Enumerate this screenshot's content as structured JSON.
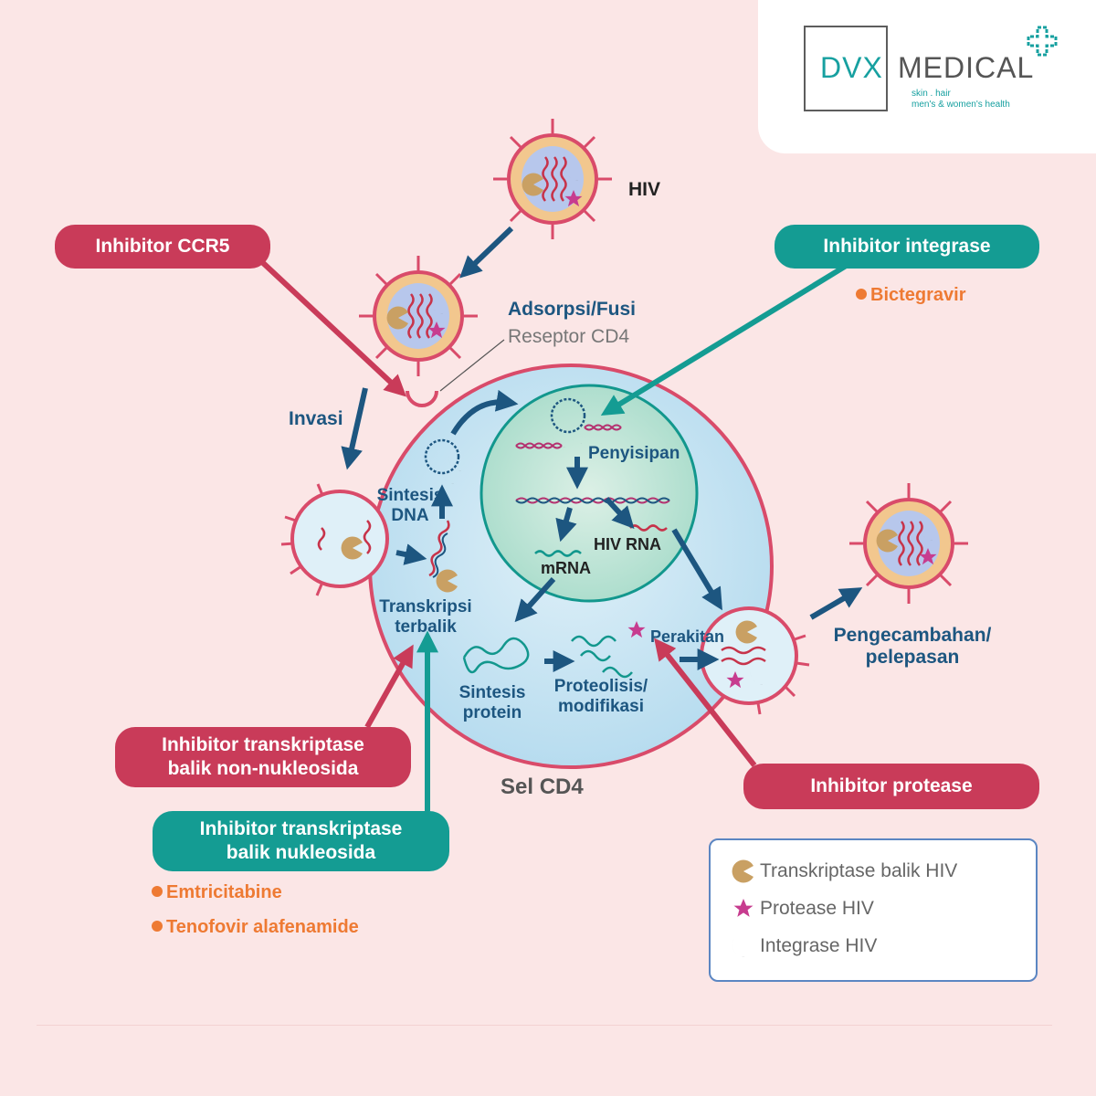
{
  "brand": {
    "name_primary": "DVX",
    "name_secondary": "MEDICAL",
    "tagline_line1": "skin . hair",
    "tagline_line2": "men's & women's health",
    "accent_color": "#17a0a0"
  },
  "diagram": {
    "virus_label": "HIV",
    "steps": {
      "adsorption": "Adsorpsi/Fusi",
      "receptor": "Reseptor CD4",
      "invasion": "Invasi",
      "dna_synthesis_1": "Sintesis",
      "dna_synthesis_2": "DNA",
      "reverse_transcription_1": "Transkripsi",
      "reverse_transcription_2": "terbalik",
      "insertion": "Penyisipan",
      "hiv_rna": "HIV RNA",
      "mrna": "mRNA",
      "protein_synthesis_1": "Sintesis",
      "protein_synthesis_2": "protein",
      "proteolysis_1": "Proteolisis/",
      "proteolysis_2": "modifikasi",
      "assembly": "Perakitan",
      "budding_1": "Pengecambahan/",
      "budding_2": "pelepasan",
      "cell": "Sel CD4"
    },
    "inhibitors": {
      "ccr5": "Inhibitor CCR5",
      "integrase": "Inhibitor integrase",
      "nnrti_1": "Inhibitor transkriptase",
      "nnrti_2": "balik non-nukleosida",
      "nrti_1": "Inhibitor transkriptase",
      "nrti_2": "balik nukleosida",
      "protease": "Inhibitor protease"
    },
    "drugs": {
      "integrase": [
        "Bictegravir"
      ],
      "nrti": [
        "Emtricitabine",
        "Tenofovir alafenamide"
      ]
    },
    "legend": [
      {
        "icon": "reverse-transcriptase-icon",
        "label": "Transkriptase balik HIV"
      },
      {
        "icon": "protease-star-icon",
        "label": "Protease HIV"
      },
      {
        "icon": "integrase-icon",
        "label": "Integrase HIV"
      }
    ],
    "colors": {
      "inhibitor_red": "#c93b59",
      "inhibitor_teal": "#149c93",
      "drug_orange": "#ee7a33",
      "process_blue": "#1d5680",
      "cell_fill": "#bfe0f0",
      "nucleus_fill": "#b9e3d4",
      "membrane": "#d94b6a"
    }
  }
}
